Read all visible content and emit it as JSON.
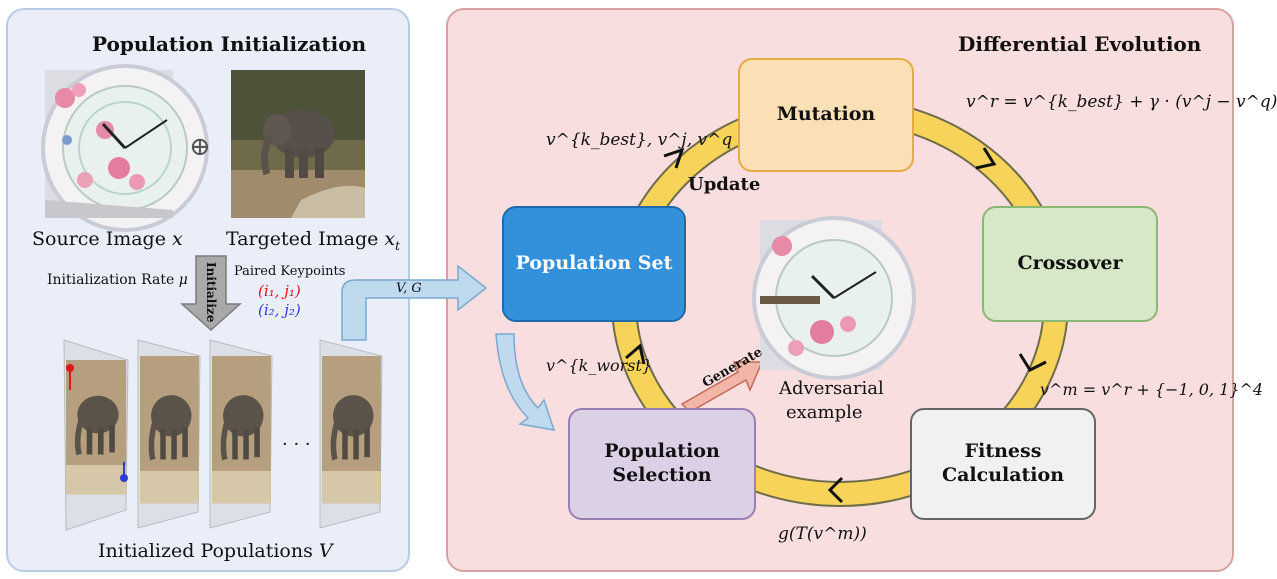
{
  "left": {
    "title": "Population Initialization",
    "source_label": "Source Image",
    "source_var": "x",
    "target_label": "Targeted Image",
    "target_var": "x",
    "target_sub": "t",
    "oplus": "⊕",
    "init_rate_label": "Initialization Rate",
    "init_rate_var": "μ",
    "initialize_label": "Initialize",
    "paired_label": "Paired Keypoints",
    "pair1": "(i₁, j₁)",
    "pair2": "(i₂, j₂)",
    "ellipsis": "· · ·",
    "populations_label": "Initialized Populations",
    "populations_var": "V"
  },
  "flow_label": "V, G",
  "right": {
    "title": "Differential Evolution",
    "update_label": "Update",
    "generate_label": "Generate",
    "adv_label_1": "Adversarial",
    "adv_label_2": "example",
    "nodes": {
      "mutation": "Mutation",
      "crossover": "Crossover",
      "fitness": "Fitness Calculation",
      "selection": "Population Selection",
      "popset": "Population Set"
    },
    "eq_select": "v^{k_best}, v^j, v^q",
    "eq_mutation": "v^r = v^{k_best} + γ · (v^j − v^q)",
    "eq_crossover": "v^m = v^r + {−1, 0, 1}^4",
    "eq_fitness": "g(T(v^m))",
    "eq_worst": "v^{k_worst}"
  },
  "colors": {
    "left_bg": "#e9eef9",
    "right_bg": "#f8dede",
    "ring": "#f8d35a",
    "mutation": "#fbe0b5",
    "crossover": "#d6e8c8",
    "fitness": "#f1f1f1",
    "selection": "#dcd0e6",
    "popset": "#3391db",
    "pair1": "#e0161a",
    "pair2": "#2e3cd6"
  },
  "icons": [
    "plus-circle-icon",
    "down-arrow-icon",
    "bent-arrow-icon",
    "curved-arrow-icon",
    "generate-arrow-icon",
    "chevron-icon"
  ]
}
